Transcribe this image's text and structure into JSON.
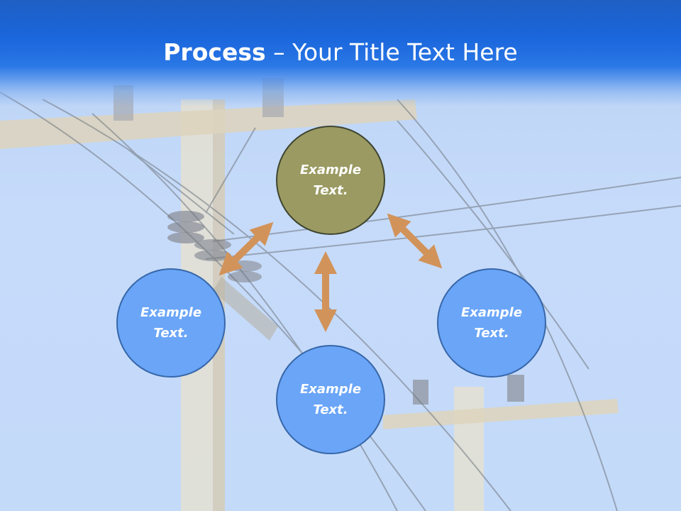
{
  "title": {
    "bold": "Process",
    "rest": " – Your Title Text Here"
  },
  "nodes": [
    {
      "id": "top",
      "text": "Example Text."
    },
    {
      "id": "left",
      "text": "Example Text."
    },
    {
      "id": "right",
      "text": "Example Text."
    },
    {
      "id": "bottom",
      "text": "Example Text."
    }
  ],
  "colors": {
    "header": "#1a66dc",
    "top_node_fill": "#9a9a62",
    "top_node_border": "#3f4530",
    "node_fill": "#6aa5f7",
    "node_border": "#3767aa",
    "arrow": "#d2935a"
  },
  "background": "utility-pole-photo"
}
